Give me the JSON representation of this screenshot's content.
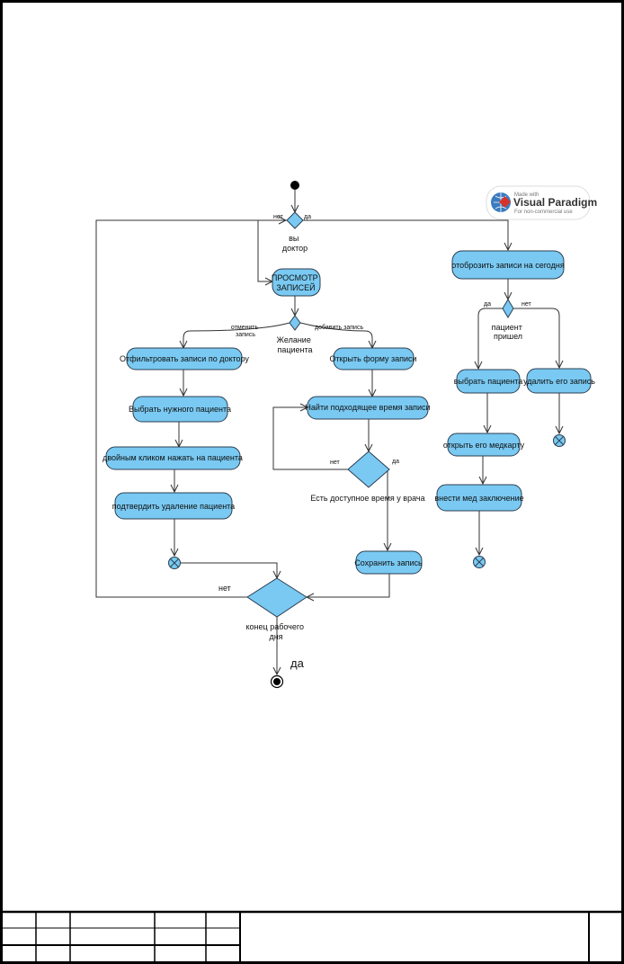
{
  "diagram": {
    "activities": {
      "view_records": [
        "ПРОСМОТР",
        "ЗАПИСЕЙ"
      ],
      "show_today": "отоброзить записи на сегодня",
      "filter_by_doctor": "Отфильтровать записи по доктору",
      "open_form": "Открыть форму записи",
      "choose_patient": "Выбрать нужного пациента",
      "find_time": "Найти подходящее время записи",
      "double_click": "двойным кликом нажать на пациента",
      "confirm_delete": "подтвердить удаление пациента",
      "save_record": "Сохранить запись",
      "select_patient": "выбрать пациента",
      "delete_record": "удалить его запись",
      "open_card": "открыть его медкарту",
      "add_conclusion": "внести мед заключение"
    },
    "decisions": {
      "doctor": [
        "вы",
        "доктор"
      ],
      "wish": [
        "Желание",
        "пациента"
      ],
      "patient_came": [
        "пациент",
        "пришел"
      ],
      "available_time": "Есть доступное время у врача",
      "end_of_day": [
        "конец рабочего",
        "дня"
      ]
    },
    "edge_labels": {
      "doctor_no": "нет",
      "doctor_yes": "да",
      "cancel": [
        "отменить",
        "запись"
      ],
      "add_record": "добавить запись",
      "came_yes": "да",
      "came_no": "нет",
      "time_no": "нет",
      "time_yes": "да",
      "end_no": "нет",
      "end_yes": "да"
    },
    "watermark": {
      "made_with": "Made with",
      "brand": "Visual Paradigm",
      "note": "For non-commercial use"
    },
    "colors": {
      "activity_fill": "#79c9f2",
      "outline": "#2c3e50"
    }
  }
}
